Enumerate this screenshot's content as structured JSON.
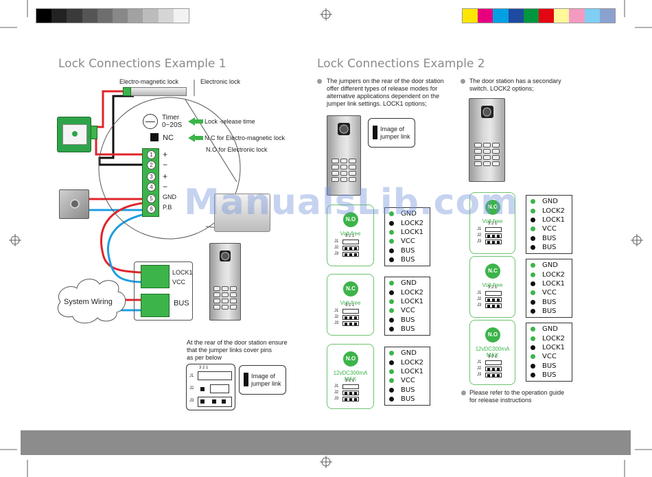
{
  "colors": {
    "green": "#3cb44a",
    "red": "#e0242b",
    "blue": "#1f9de0",
    "grey_bar": "#8c8c8c"
  },
  "example1": {
    "title": "Lock Connections Example 1",
    "em_lock": "Electro-magnetic lock",
    "el_lock": "Electronic lock",
    "timer": "Timer",
    "timer_range": "0~20S",
    "nc": "NC",
    "lock_release": "Lock -release time",
    "nc_desc": "N.C for Electro-magnetic lock",
    "no_desc": "N.O for Electronic lock",
    "terms": [
      "+",
      "−",
      "+",
      "−",
      "GND",
      "P.B"
    ],
    "pins": [
      "1",
      "2",
      "3",
      "4",
      "5",
      "6"
    ],
    "lock1": "LOCK1",
    "vcc": "VCC",
    "bus": "BUS",
    "system_wiring": "System Wiring",
    "rear_note_1": "At the rear of the door station ensure",
    "rear_note_2": "that the jumper links cover pins",
    "rear_note_3": "as per below",
    "image_jumper_1": "Image of",
    "image_jumper_2": "jumper link",
    "jumper_cols": "3   2   1",
    "j1": "J1",
    "j2": "J2",
    "j3": "J3"
  },
  "example2": {
    "title": "Lock Connections Example 2",
    "intro_1": "The jumpers on the rear of the door station",
    "intro_2": "offer different types of release modes for",
    "intro_3": "alternative applications dependent on the",
    "intro_4": "jumper link settings. LOCK1 options;",
    "sec_1": "The door station has a secondary",
    "sec_2": "switch. LOCK2 options;",
    "image_jumper_1": "Image of",
    "image_jumper_2": "jumper link",
    "footer_1": "Please refer to the operation guide",
    "footer_2": "for release instructions",
    "options": [
      {
        "badge": "N.O",
        "mode": "Volt-free",
        "mode2": ""
      },
      {
        "badge": "N.C",
        "mode": "Volt-free",
        "mode2": ""
      },
      {
        "badge": "N.O",
        "mode": "12vDC300mA",
        "mode2": "MAX"
      }
    ],
    "terminal_labels": [
      "GND",
      "LOCK2",
      "LOCK1",
      "VCC",
      "BUS",
      "BUS"
    ],
    "jumper_cols": "3  2  1",
    "j1": "J1",
    "j2": "J2",
    "j3": "J3"
  },
  "watermark": "ManualsLib.com",
  "swatches_left": [
    "#000000",
    "#222222",
    "#3a3a3a",
    "#555555",
    "#6e6e6e",
    "#888888",
    "#a2a2a2",
    "#bcbcbc",
    "#d6d6d6",
    "#f2f2f2"
  ],
  "swatches_right": [
    "#ffe600",
    "#e6007e",
    "#00a0e3",
    "#1e4ba0",
    "#00963e",
    "#e30613",
    "#fff799",
    "#f49ac1",
    "#7fcff4",
    "#8aa2d0"
  ]
}
